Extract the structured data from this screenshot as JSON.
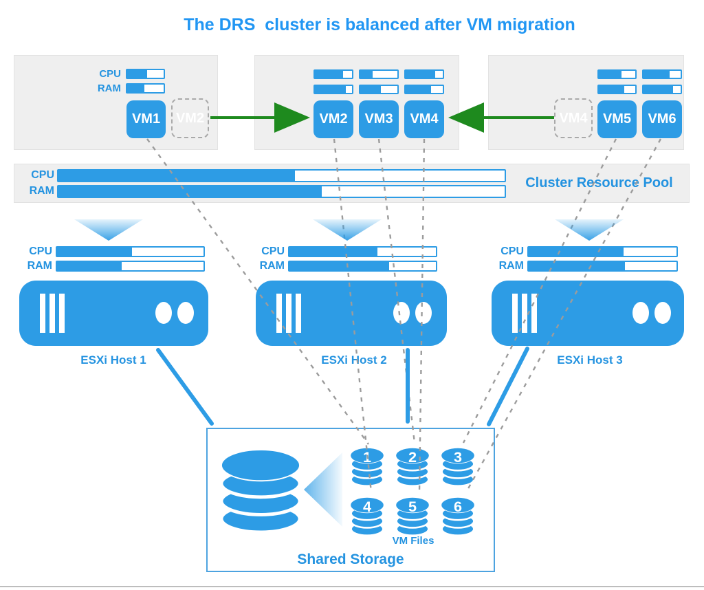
{
  "title": "The DRS  cluster is balanced after VM migration",
  "labels": {
    "cpu": "CPU",
    "ram": "RAM"
  },
  "host_panels": [
    {
      "vms": [
        {
          "label": "VM1",
          "cpu_fill": "54%",
          "ram_fill": "47%"
        }
      ],
      "ghost_vm": {
        "label": "VM2"
      }
    },
    {
      "vms": [
        {
          "label": "VM2",
          "cpu_fill": "75%",
          "ram_fill": "84%"
        },
        {
          "label": "VM3",
          "cpu_fill": "33%",
          "ram_fill": "56%"
        },
        {
          "label": "VM4",
          "cpu_fill": "80%",
          "ram_fill": "68%"
        }
      ]
    },
    {
      "ghost_vm": {
        "label": "VM4"
      },
      "vms": [
        {
          "label": "VM5",
          "cpu_fill": "62%",
          "ram_fill": "70%"
        },
        {
          "label": "VM6",
          "cpu_fill": "71%",
          "ram_fill": "80%"
        }
      ]
    }
  ],
  "cluster_pool": {
    "label": "Cluster Resource Pool",
    "cpu_fill": "53%",
    "ram_fill": "59%"
  },
  "esxi_hosts": [
    {
      "label": "ESXi Host 1",
      "cpu_fill": "51%",
      "ram_fill": "44%"
    },
    {
      "label": "ESXi Host 2",
      "cpu_fill": "60%",
      "ram_fill": "68%"
    },
    {
      "label": "ESXi Host 3",
      "cpu_fill": "64%",
      "ram_fill": "65%"
    }
  ],
  "storage": {
    "label": "Shared Storage",
    "vm_files_label": "VM Files",
    "disks": [
      "1",
      "2",
      "3",
      "4",
      "5",
      "6"
    ]
  },
  "colors": {
    "accent_blue": "#2d9ce5",
    "text_blue": "#2493e0",
    "title_blue": "#2196f3",
    "migration_arrow_green": "#1e8a1e",
    "panel_gray": "#efefef",
    "dashed_line_gray": "#9c9c9c"
  }
}
